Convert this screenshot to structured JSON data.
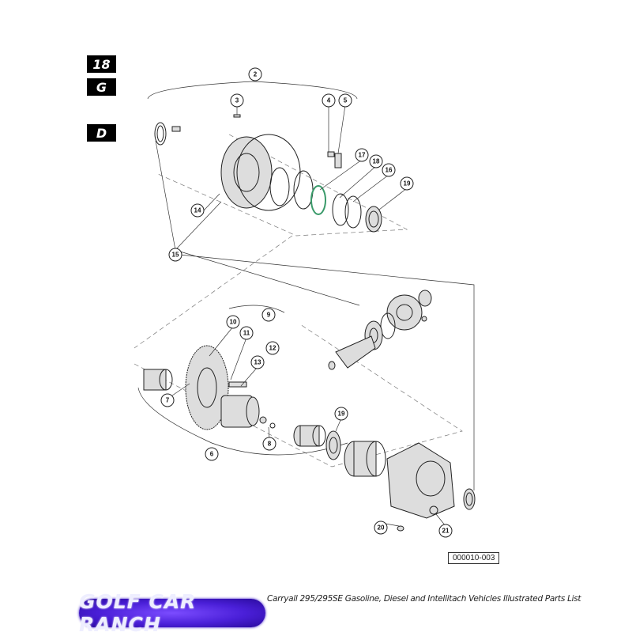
{
  "section_tabs": [
    "18",
    "G",
    "D"
  ],
  "callouts": [
    "2",
    "3",
    "4",
    "5",
    "17",
    "18",
    "16",
    "19",
    "14",
    "15",
    "9",
    "10",
    "11",
    "12",
    "13",
    "7",
    "8",
    "6",
    "19",
    "20",
    "21"
  ],
  "figure_id": "000010-003",
  "footer_text": "Carryall 295/295SE Gasoline, Diesel and Intellitach Vehicles Illustrated Parts List",
  "logo_text": "GOLF CAR RANCH",
  "colors": {
    "logo": "#4a1fd8",
    "gasket": "#3a9a6a"
  }
}
